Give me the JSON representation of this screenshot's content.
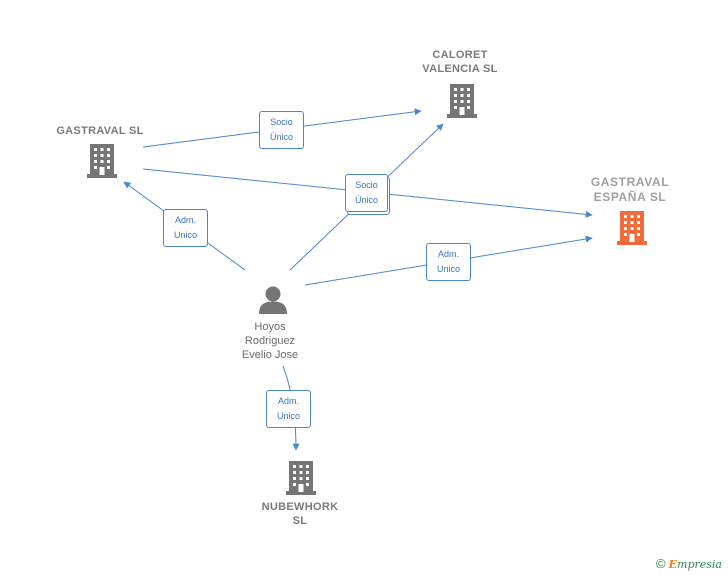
{
  "nodes": {
    "gastraval": {
      "label": "GASTRAVAL SL",
      "type": "company"
    },
    "caloret": {
      "label_line1": "CALORET",
      "label_line2": "VALENCIA SL",
      "type": "company"
    },
    "gastraval_espana": {
      "label_line1": "GASTRAVAL",
      "label_line2": "ESPAÑA SL",
      "type": "company",
      "highlighted": true
    },
    "hoyos": {
      "label_line1": "Hoyos",
      "label_line2": "Rodriguez",
      "label_line3": "Evelio Jose",
      "type": "person"
    },
    "nubewhork": {
      "label_line1": "NUBEWHORK",
      "label_line2": "SL",
      "type": "company"
    }
  },
  "edges": [
    {
      "from": "gastraval",
      "to": "caloret",
      "label_line1": "Socio",
      "label_line2": "Único"
    },
    {
      "from": "gastraval",
      "to": "gastraval_espana",
      "label_line1": "Socio",
      "label_line2": "Único"
    },
    {
      "from": "hoyos",
      "to": "caloret",
      "label_line1": "Socio",
      "label_line2": "Único"
    },
    {
      "from": "hoyos",
      "to": "gastraval",
      "label_line1": "Adm.",
      "label_line2": "Unico"
    },
    {
      "from": "hoyos",
      "to": "gastraval_espana",
      "label_line1": "Adm.",
      "label_line2": "Unico"
    },
    {
      "from": "hoyos",
      "to": "nubewhork",
      "label_line1": "Adm.",
      "label_line2": "Unico"
    }
  ],
  "colors": {
    "edge": "#4a86d0",
    "company_icon": "#757575",
    "highlight_icon": "#f26b3a",
    "person_icon": "#757575"
  },
  "icons": {
    "company": "building-icon",
    "person": "person-icon"
  },
  "brand": {
    "copyright": "©",
    "name_initial": "E",
    "name_rest": "mpresia"
  }
}
